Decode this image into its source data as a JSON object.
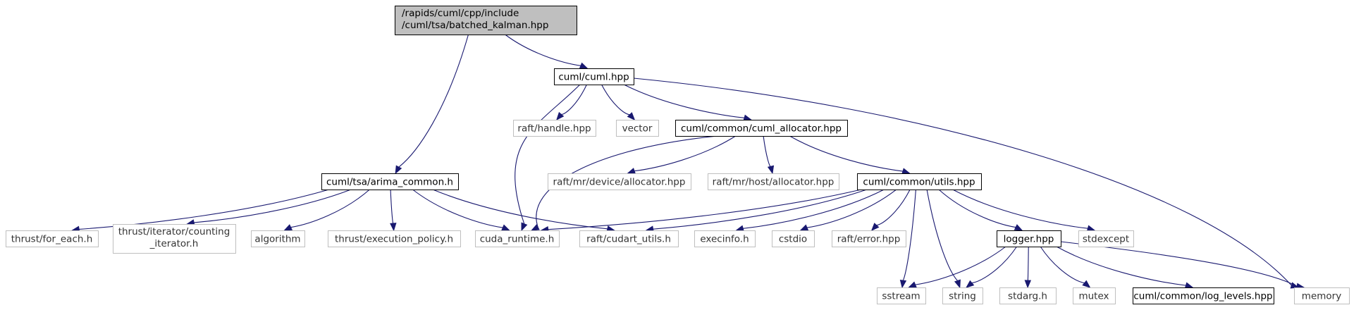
{
  "diagram": {
    "nodes": [
      {
        "id": "root",
        "lines": [
          "/rapids/cuml/cpp/include",
          "/cuml/tsa/batched_kalman.hpp"
        ],
        "style": "root"
      },
      {
        "id": "cuml_hpp",
        "lines": [
          "cuml/cuml.hpp"
        ],
        "style": "documented"
      },
      {
        "id": "arima_common",
        "lines": [
          "cuml/tsa/arima_common.h"
        ],
        "style": "documented"
      },
      {
        "id": "raft_handle",
        "lines": [
          "raft/handle.hpp"
        ],
        "style": "external"
      },
      {
        "id": "vector",
        "lines": [
          "vector"
        ],
        "style": "external"
      },
      {
        "id": "cuml_allocator",
        "lines": [
          "cuml/common/cuml_allocator.hpp"
        ],
        "style": "documented"
      },
      {
        "id": "raft_mr_device",
        "lines": [
          "raft/mr/device/allocator.hpp"
        ],
        "style": "external"
      },
      {
        "id": "raft_mr_host",
        "lines": [
          "raft/mr/host/allocator.hpp"
        ],
        "style": "external"
      },
      {
        "id": "utils_hpp",
        "lines": [
          "cuml/common/utils.hpp"
        ],
        "style": "documented"
      },
      {
        "id": "thrust_for_each",
        "lines": [
          "thrust/for_each.h"
        ],
        "style": "external"
      },
      {
        "id": "thrust_counting",
        "lines": [
          "thrust/iterator/counting",
          "_iterator.h"
        ],
        "style": "external"
      },
      {
        "id": "algorithm",
        "lines": [
          "algorithm"
        ],
        "style": "external"
      },
      {
        "id": "thrust_exec",
        "lines": [
          "thrust/execution_policy.h"
        ],
        "style": "external"
      },
      {
        "id": "cuda_runtime",
        "lines": [
          "cuda_runtime.h"
        ],
        "style": "external"
      },
      {
        "id": "raft_cudart",
        "lines": [
          "raft/cudart_utils.h"
        ],
        "style": "external"
      },
      {
        "id": "execinfo",
        "lines": [
          "execinfo.h"
        ],
        "style": "external"
      },
      {
        "id": "cstdio",
        "lines": [
          "cstdio"
        ],
        "style": "external"
      },
      {
        "id": "raft_error",
        "lines": [
          "raft/error.hpp"
        ],
        "style": "external"
      },
      {
        "id": "logger",
        "lines": [
          "logger.hpp"
        ],
        "style": "documented"
      },
      {
        "id": "stdexcept",
        "lines": [
          "stdexcept"
        ],
        "style": "external"
      },
      {
        "id": "sstream",
        "lines": [
          "sstream"
        ],
        "style": "external"
      },
      {
        "id": "string",
        "lines": [
          "string"
        ],
        "style": "external"
      },
      {
        "id": "stdarg",
        "lines": [
          "stdarg.h"
        ],
        "style": "external"
      },
      {
        "id": "mutex",
        "lines": [
          "mutex"
        ],
        "style": "external"
      },
      {
        "id": "log_levels",
        "lines": [
          "cuml/common/log_levels.hpp"
        ],
        "style": "documented"
      },
      {
        "id": "memory",
        "lines": [
          "memory"
        ],
        "style": "external"
      }
    ],
    "edges": [
      [
        "root",
        "cuml_hpp"
      ],
      [
        "root",
        "arima_common"
      ],
      [
        "cuml_hpp",
        "raft_handle"
      ],
      [
        "cuml_hpp",
        "vector"
      ],
      [
        "cuml_hpp",
        "cuml_allocator"
      ],
      [
        "cuml_hpp",
        "cuda_runtime"
      ],
      [
        "cuml_hpp",
        "memory"
      ],
      [
        "cuml_allocator",
        "raft_mr_device"
      ],
      [
        "cuml_allocator",
        "raft_mr_host"
      ],
      [
        "cuml_allocator",
        "utils_hpp"
      ],
      [
        "cuml_allocator",
        "cuda_runtime"
      ],
      [
        "arima_common",
        "thrust_for_each"
      ],
      [
        "arima_common",
        "thrust_counting"
      ],
      [
        "arima_common",
        "algorithm"
      ],
      [
        "arima_common",
        "thrust_exec"
      ],
      [
        "arima_common",
        "cuda_runtime"
      ],
      [
        "arima_common",
        "raft_cudart"
      ],
      [
        "utils_hpp",
        "cuda_runtime"
      ],
      [
        "utils_hpp",
        "raft_cudart"
      ],
      [
        "utils_hpp",
        "execinfo"
      ],
      [
        "utils_hpp",
        "cstdio"
      ],
      [
        "utils_hpp",
        "raft_error"
      ],
      [
        "utils_hpp",
        "logger"
      ],
      [
        "utils_hpp",
        "stdexcept"
      ],
      [
        "utils_hpp",
        "sstream"
      ],
      [
        "utils_hpp",
        "string"
      ],
      [
        "logger",
        "sstream"
      ],
      [
        "logger",
        "string"
      ],
      [
        "logger",
        "stdarg"
      ],
      [
        "logger",
        "mutex"
      ],
      [
        "logger",
        "log_levels"
      ],
      [
        "logger",
        "memory"
      ]
    ],
    "colors": {
      "root_fill": "#bfbfbf",
      "root_stroke": "#000000",
      "documented_stroke": "#000000",
      "external_stroke": "#bfbfbf",
      "external_text": "#333333",
      "edge": "#191970"
    }
  }
}
